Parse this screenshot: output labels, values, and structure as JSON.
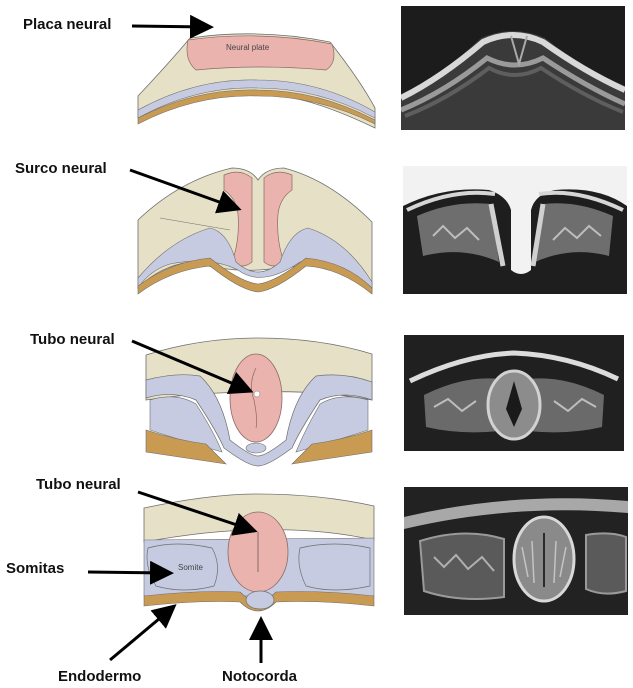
{
  "labels": {
    "placa_neural": "Placa neural",
    "surco_neural": "Surco neural",
    "tubo_neural_1": "Tubo neural",
    "tubo_neural_2": "Tubo neural",
    "somitas": "Somitas",
    "endodermo": "Endodermo",
    "notocorda": "Notocorda"
  },
  "inner_labels": {
    "neural_plate": "Neural plate",
    "somite": "Somite"
  },
  "colors": {
    "ectoderm": "#e6e1c6",
    "neural": "#eab3ad",
    "mesoderm": "#c6cbe1",
    "endoderm": "#c99a52",
    "outline": "#6e6e6e"
  }
}
